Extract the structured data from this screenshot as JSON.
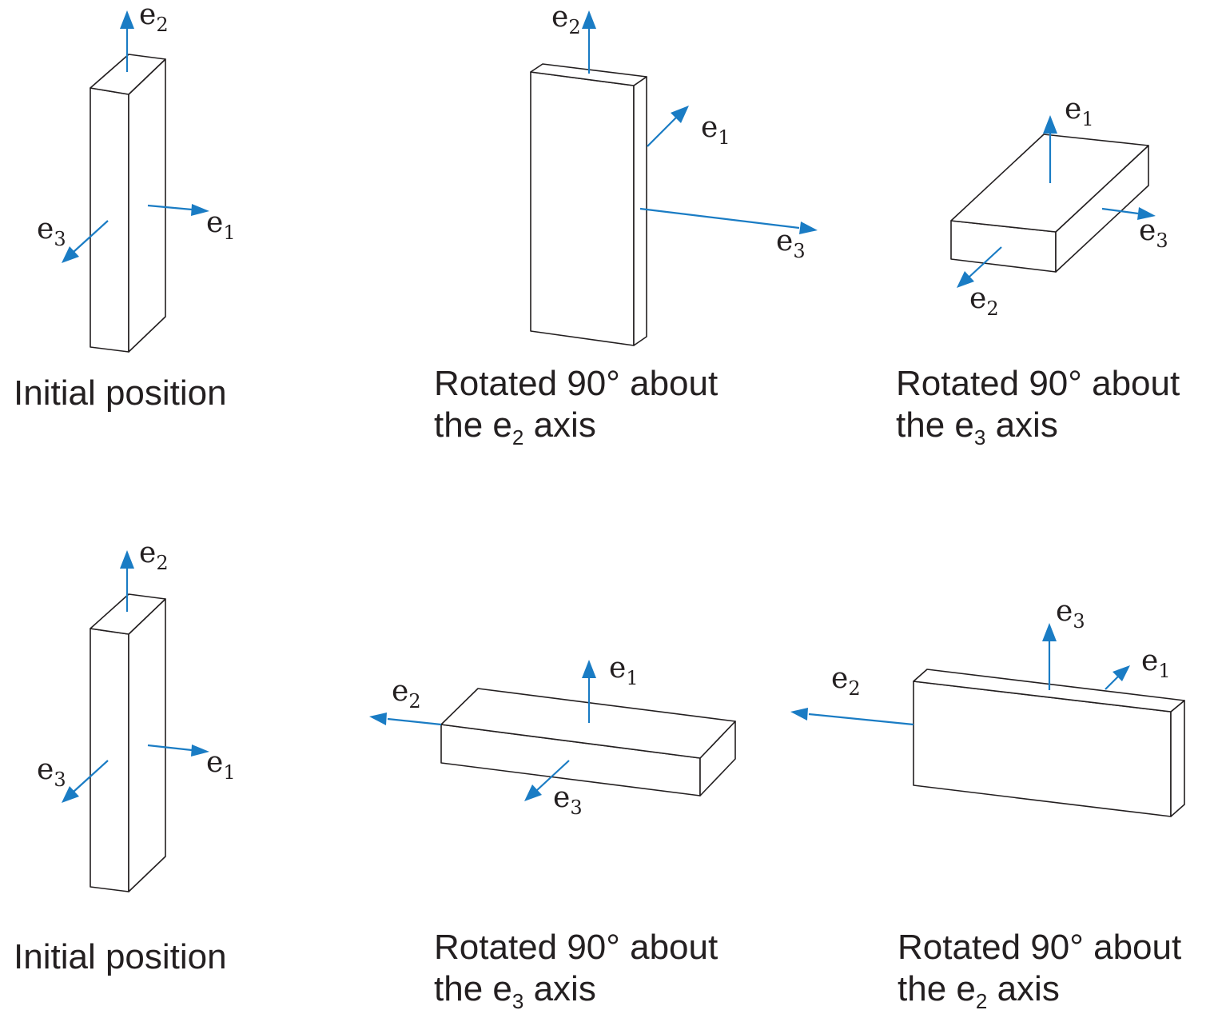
{
  "colors": {
    "arrow": "#1a7cc4",
    "outline": "#231f20",
    "background": "#ffffff"
  },
  "axis_letter": "e",
  "captions": {
    "row1_panel1": {
      "line1": "Initial position"
    },
    "row1_panel2": {
      "line1": "Rotated 90° about",
      "line2_pre": "the e",
      "line2_sub": "2",
      "line2_post": " axis"
    },
    "row1_panel3": {
      "line1": "Rotated 90° about",
      "line2_pre": "the e",
      "line2_sub": "3",
      "line2_post": " axis"
    },
    "row2_panel1": {
      "line1": "Initial position"
    },
    "row2_panel2": {
      "line1": "Rotated 90° about",
      "line2_pre": "the e",
      "line2_sub": "3",
      "line2_post": " axis"
    },
    "row2_panel3": {
      "line1": "Rotated 90° about",
      "line2_pre": "the e",
      "line2_sub": "2",
      "line2_post": " axis"
    }
  },
  "axes": {
    "row1_panel1": {
      "e2": "2",
      "e1": "1",
      "e3": "3"
    },
    "row1_panel2": {
      "e2": "2",
      "e1": "1",
      "e3": "3"
    },
    "row1_panel3": {
      "e1": "1",
      "e3": "3",
      "e2": "2"
    },
    "row2_panel1": {
      "e2": "2",
      "e1": "1",
      "e3": "3"
    },
    "row2_panel2": {
      "e1": "1",
      "e2": "2",
      "e3": "3"
    },
    "row2_panel3": {
      "e3": "3",
      "e1": "1",
      "e2": "2"
    }
  }
}
